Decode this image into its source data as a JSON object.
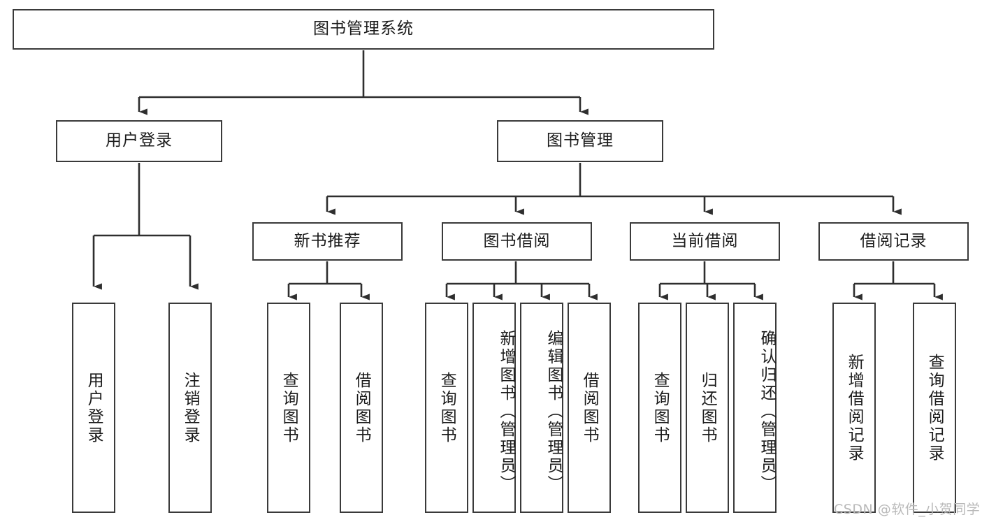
{
  "diagram": {
    "title": "图书管理系统",
    "type": "tree-hierarchy",
    "watermark": "CSDN @软件_小贺同学",
    "colors": {
      "background": "#ffffff",
      "node_border": "#3a3a3a",
      "node_fill": "#ffffff",
      "text": "#1b1b1b",
      "edge": "#2e2e2e",
      "watermark": "#b9b9b9"
    },
    "nodes": {
      "root": {
        "label": "图书管理系统"
      },
      "level2": [
        {
          "id": "user-login",
          "label": "用户登录"
        },
        {
          "id": "book-management",
          "label": "图书管理"
        }
      ],
      "level3": [
        {
          "id": "new-book-recommend",
          "label": "新书推荐"
        },
        {
          "id": "book-borrow",
          "label": "图书借阅"
        },
        {
          "id": "current-borrow",
          "label": "当前借阅"
        },
        {
          "id": "borrow-record",
          "label": "借阅记录"
        }
      ],
      "leaves": {
        "user_login": [
          {
            "id": "leaf-user-login",
            "label": "用户登录"
          },
          {
            "id": "leaf-logout-login",
            "label": "注销登录"
          }
        ],
        "new_book_recommend": [
          {
            "id": "leaf-query-book-1",
            "label": "查询图书"
          },
          {
            "id": "leaf-borrow-book-1",
            "label": "借阅图书"
          }
        ],
        "book_borrow": [
          {
            "id": "leaf-query-book-2",
            "label": "查询图书"
          },
          {
            "id": "leaf-add-book",
            "label": "新增图书（管理员）"
          },
          {
            "id": "leaf-edit-book",
            "label": "编辑图书（管理员）"
          },
          {
            "id": "leaf-borrow-book-2",
            "label": "借阅图书"
          }
        ],
        "current_borrow": [
          {
            "id": "leaf-query-book-3",
            "label": "查询图书"
          },
          {
            "id": "leaf-return-book",
            "label": "归还图书"
          },
          {
            "id": "leaf-confirm-return",
            "label": "确认归还（管理员）"
          }
        ],
        "borrow_record": [
          {
            "id": "leaf-add-record",
            "label": "新增借阅记录"
          },
          {
            "id": "leaf-query-record",
            "label": "查询借阅记录"
          }
        ]
      }
    }
  }
}
